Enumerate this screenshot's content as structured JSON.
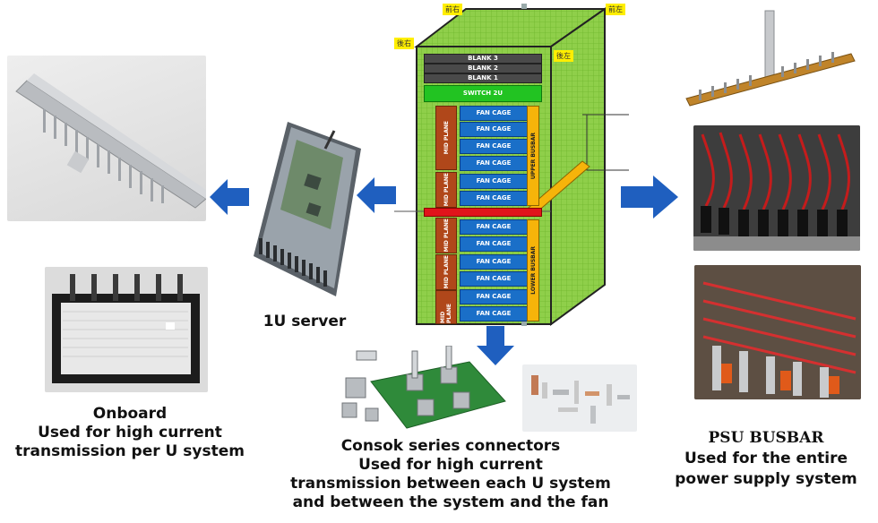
{
  "captions": {
    "server": "1U server",
    "onboard": [
      "Onboard",
      "Used for high current",
      "transmission per U system"
    ],
    "consok": [
      "Consok series connectors",
      "Used for high current",
      "transmission between each U system",
      "and between the system and the fan"
    ],
    "psu": [
      "PSU BUSBAR",
      "Used for the entire",
      "power supply system"
    ]
  },
  "rack": {
    "tags": [
      "前右",
      "前左",
      "後右",
      "後左"
    ],
    "blanks": [
      "BLANK 3",
      "BLANK 2",
      "BLANK 1"
    ],
    "switch": "SWITCH 2U",
    "mid_plane": "MID PLANE",
    "fan_cage": "FAN CAGE",
    "upper_busbar": "UPPER BUSBAR",
    "lower_busbar": "LOWER BUSBAR"
  },
  "colors": {
    "arrow_blue": "#1f5fbf",
    "rack_green": "#8fcf4a",
    "switch_green": "#22c322",
    "fan_blue": "#1a6fc8",
    "mid_brown": "#b0471a",
    "busbar_orange": "#f6b40a",
    "divider_red": "#e0141b"
  },
  "icons": [
    "arrow-left-icon",
    "arrow-right-icon",
    "arrow-down-icon"
  ]
}
